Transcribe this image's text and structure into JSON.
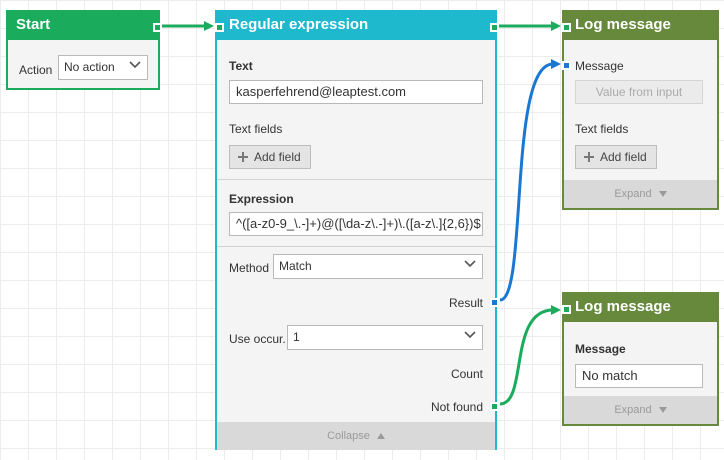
{
  "colors": {
    "start_header": "#1aab5c",
    "regex_header": "#1eb9cd",
    "log_header": "#66893c",
    "green_port": "#1aab5c",
    "blue_port": "#1a78d2"
  },
  "start_node": {
    "title": "Start",
    "action_label": "Action",
    "action_value": "No action"
  },
  "regex_node": {
    "title": "Regular expression",
    "text_label": "Text",
    "text_value": "kasperfehrend@leaptest.com",
    "text_fields_label": "Text fields",
    "add_field_label": "Add field",
    "expression_label": "Expression",
    "expression_value": "^([a-z0-9_\\.-]+)@([\\da-z\\.-]+)\\.([a-z\\.]{2,6})$",
    "method_label": "Method",
    "method_value": "Match",
    "result_label": "Result",
    "use_occur_label": "Use occur.",
    "use_occur_value": "1",
    "count_label": "Count",
    "not_found_label": "Not found",
    "collapse_label": "Collapse"
  },
  "log_node_1": {
    "title": "Log message",
    "message_label": "Message",
    "message_button": "Value from input",
    "text_fields_label": "Text fields",
    "add_field_label": "Add field",
    "expand_label": "Expand"
  },
  "log_node_2": {
    "title": "Log message",
    "message_label": "Message",
    "message_value": "No match",
    "expand_label": "Expand"
  }
}
